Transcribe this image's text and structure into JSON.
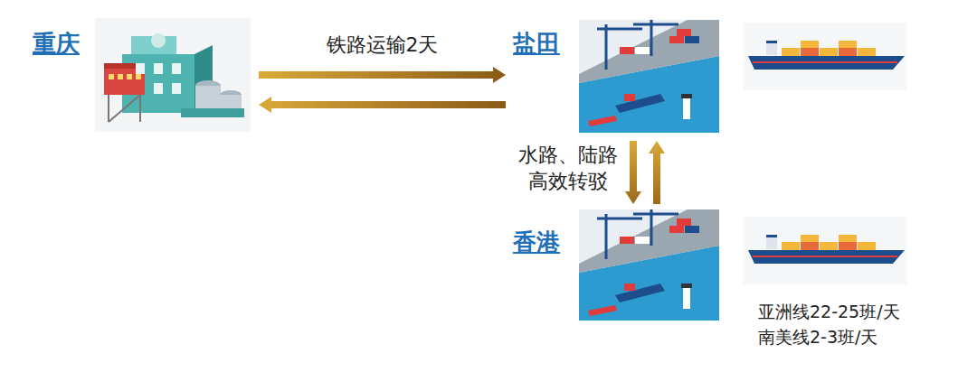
{
  "diagram": {
    "nodes": [
      {
        "text": [
          "重庆"
        ]
      },
      {
        "text": [
          "盐田"
        ]
      },
      {
        "text": [
          "香港"
        ]
      }
    ],
    "edges": [
      {
        "from": 0,
        "to": 1,
        "arrow": "to",
        "label": "铁路运输2天"
      },
      {
        "from": 1,
        "to": 0,
        "arrow": "to"
      },
      {
        "from": 1,
        "to": 2,
        "arrow": "to",
        "label": "水路、陆路 高效转驳"
      },
      {
        "from": 2,
        "to": 1,
        "arrow": "to"
      }
    ],
    "labels": [
      "亚洲线22-25班/天",
      "南美线2-3班/天"
    ]
  }
}
